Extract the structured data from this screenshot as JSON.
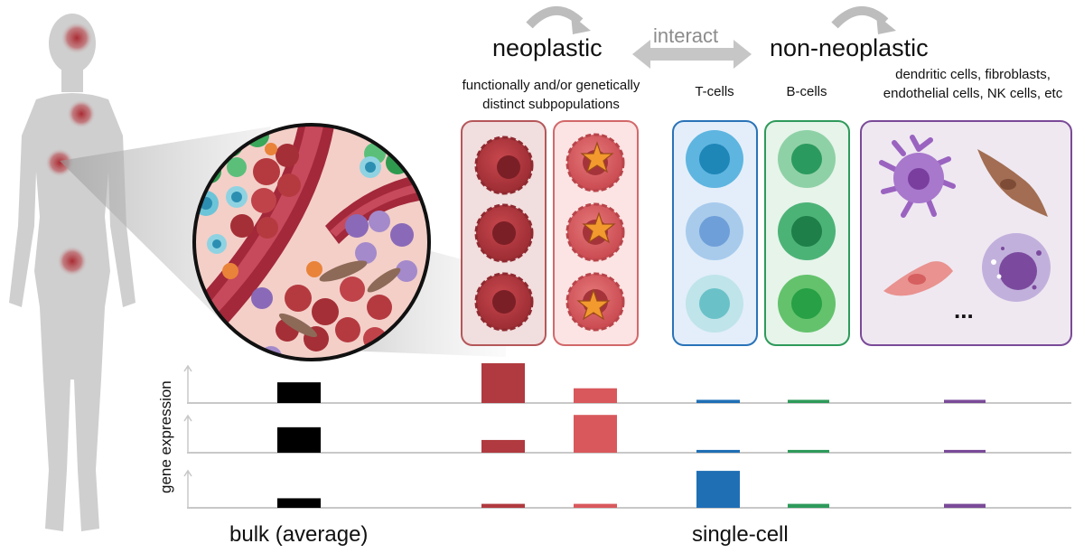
{
  "labels": {
    "neoplastic": "neoplastic",
    "non_neoplastic": "non-neoplastic",
    "interact": "interact",
    "subpop_line1": "functionally and/or genetically",
    "subpop_line2": "distinct subpopulations",
    "t_cells": "T-cells",
    "b_cells": "B-cells",
    "other_line1": "dendritic cells, fibroblasts,",
    "other_line2": "endothelial cells, NK cells, etc",
    "ellipsis": "...",
    "y_axis": "gene expression",
    "bulk": "bulk (average)",
    "single_cell": "single-cell"
  },
  "colors": {
    "body": "#cfcfcf",
    "tumor": "#b03a3f",
    "tumor_light": "#d9585c",
    "t_cell": "#1f6fb5",
    "b_cell": "#2e9a5a",
    "other": "#7a4a98",
    "bulk": "#000000",
    "star": "#f29a2e"
  },
  "bar_data": {
    "columns": [
      "bulk",
      "neoplastic-1",
      "neoplastic-2",
      "T-cells",
      "B-cells",
      "other"
    ],
    "genes": [
      [
        0.52,
        1.0,
        0.37,
        0.08,
        0.08,
        0.08
      ],
      [
        0.64,
        0.32,
        0.95,
        0.07,
        0.07,
        0.07
      ],
      [
        0.24,
        0.1,
        0.1,
        0.93,
        0.1,
        0.1
      ]
    ]
  }
}
